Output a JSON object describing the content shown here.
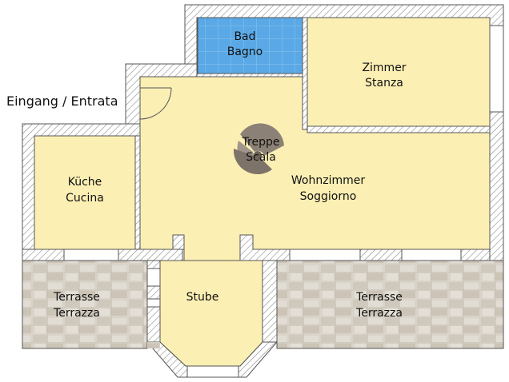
{
  "plan": {
    "entrance": "Eingang / Entrata",
    "rooms": {
      "bad": {
        "line1": "Bad",
        "line2": "Bagno"
      },
      "zimmer": {
        "line1": "Zimmer",
        "line2": "Stanza"
      },
      "treppe": {
        "line1": "Treppe",
        "line2": "Scala"
      },
      "kueche": {
        "line1": "Küche",
        "line2": "Cucina"
      },
      "wohnzimmer": {
        "line1": "Wohnzimmer",
        "line2": "Soggiorno"
      },
      "stube": {
        "line1": "Stube"
      },
      "terrasse_left": {
        "line1": "Terrasse",
        "line2": "Terrazza"
      },
      "terrasse_right": {
        "line1": "Terrasse",
        "line2": "Terrazza"
      }
    }
  },
  "colors": {
    "floor": "#fcefb4",
    "bathroom": "#5aa9e6",
    "wall_hatch": "#9a9a9a",
    "terrace_stone": "#d8d2c8",
    "stairs": "#8c8176"
  }
}
